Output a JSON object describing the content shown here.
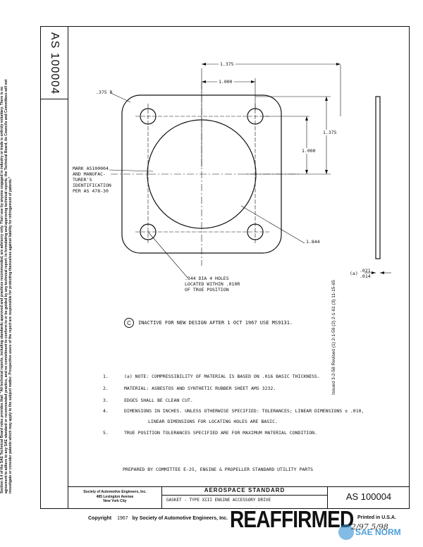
{
  "document": {
    "number_vertical": "AS 100004",
    "legal_notice": "Section 8.4 of the SAE Technical Board rules provides that: \"All technical reports, including standards approved and practices recommended, are advisory only. Their use by anyone engaged in industry or trade is entirely voluntary. There is no agreement to adhere to any SAE standard or recommended practice, and no commitment to conform to or be guided by any technical report. In formulating and approving technical reports, the Technical Board, its Councils and Committees will not investigate or consider patents which may apply to the subject matter. Prospective users of the report are responsible for protecting themselves against liability for infringement of patents.\"",
    "revision_strip": "Issued 3-2-58   Revised (1) 2-1-59   (2) 2-1-61   (3) 11-15-65"
  },
  "drawing": {
    "dim_1375_horizontal": "1.375",
    "dim_1000_horizontal": "1.000",
    "dim_1375_vertical": "1.375",
    "dim_1000_vertical": "1.000",
    "radius_label": ".375 R",
    "bore_dia": "1.844",
    "holes_note_1": ".344 DIA 4 HOLES",
    "holes_note_2": "LOCATED WITHIN .010R",
    "holes_note_3": "OF TRUE POSITION",
    "mark_1": "MARK AS100004",
    "mark_2": "AND MANUFAC-",
    "mark_3": "TURER'S",
    "mark_4": "IDENTIFICATION",
    "mark_5": "PER AS 478-30",
    "thickness_prefix": "(a)",
    "thickness_upper": ".021",
    "thickness_lower": ".014"
  },
  "inactive_note": {
    "symbol": "C",
    "text": "INACTIVE FOR NEW DESIGN  AFTER 1 OCT 1967  USE MS9131."
  },
  "notes": [
    {
      "num": "1.",
      "text": "(a)  NOTE:  COMPRESSIBILITY OF MATERIAL IS BASED ON .016 BASIC THICKNESS."
    },
    {
      "num": "2.",
      "text": "MATERIAL:  ASBESTOS AND SYNTHETIC RUBBER SHEET AMS 3232."
    },
    {
      "num": "3.",
      "text": "EDGES SHALL BE CLEAN CUT."
    },
    {
      "num": "4.",
      "text": "DIMENSIONS IN INCHES.  UNLESS OTHERWISE SPECIFIED:  TOLERANCES;  LINEAR DIMENSIONS ± .010,"
    },
    {
      "num": "",
      "text": "LINEAR DIMENSIONS FOR LOCATING HOLES ARE BASIC."
    },
    {
      "num": "5.",
      "text": "TRUE POSITION TOLERANCES SPECIFIED ARE FOR MAXIMUM MATERIAL CONDITION."
    }
  ],
  "prepared_by": "PREPARED BY COMMITTEE E-25,  ENGINE & PROPELLER STANDARD UTILITY PARTS",
  "title_block": {
    "society_1": "Society of Automotive Engineers, Inc.",
    "society_2": "485 Lexington Avenue",
    "society_3": "New York City",
    "standard_heading": "AEROSPACE   STANDARD",
    "title": "GASKET - TYPE XIII ENGINE ACCESSORY DRIVE",
    "number": "AS 100004"
  },
  "footer": {
    "copyright_label": "Copyright",
    "year": "1967",
    "by": "by Society of Automotive Engineers, Inc.",
    "stamp": "REAFFIRMED",
    "printed": "Printed in U.S.A.",
    "handwritten_date": "2/97  5/98",
    "logo_text": "SAE NORM"
  }
}
